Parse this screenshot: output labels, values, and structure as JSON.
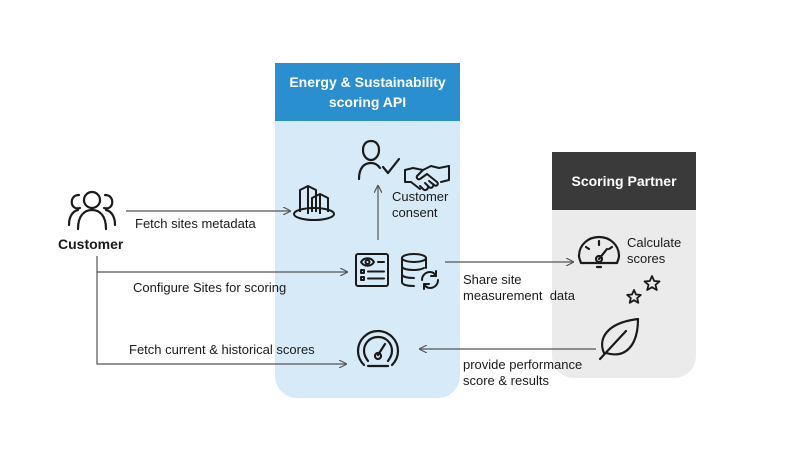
{
  "api": {
    "title_line1": "Energy & Sustainability",
    "title_line2": "scoring API"
  },
  "partner": {
    "title": "Scoring Partner"
  },
  "customer": {
    "label": "Customer"
  },
  "labels": {
    "fetch_sites_metadata": "Fetch sites metadata",
    "configure_sites": "Configure Sites for scoring",
    "fetch_scores": "Fetch current & historical scores",
    "customer_consent_line1": "Customer",
    "customer_consent_line2": "consent",
    "share_line1": "Share site",
    "share_line2": "measurement  data",
    "calculate_line1": "Calculate",
    "calculate_line2": "scores",
    "provide_line1": "provide performance",
    "provide_line2": "score & results"
  },
  "colors": {
    "api_header": "#2a8fcf",
    "api_panel": "#d7eaf8",
    "partner_header": "#3a3a3a",
    "partner_panel": "#ebebeb",
    "line": "#555555",
    "icon": "#1a1a1a"
  },
  "icons": [
    "customers-icon",
    "buildings-icon",
    "person-check-icon",
    "handshake-icon",
    "checklist-eye-icon",
    "database-sync-icon",
    "gauge-icon",
    "stars-icon",
    "leaf-icon",
    "speedometer-icon"
  ]
}
